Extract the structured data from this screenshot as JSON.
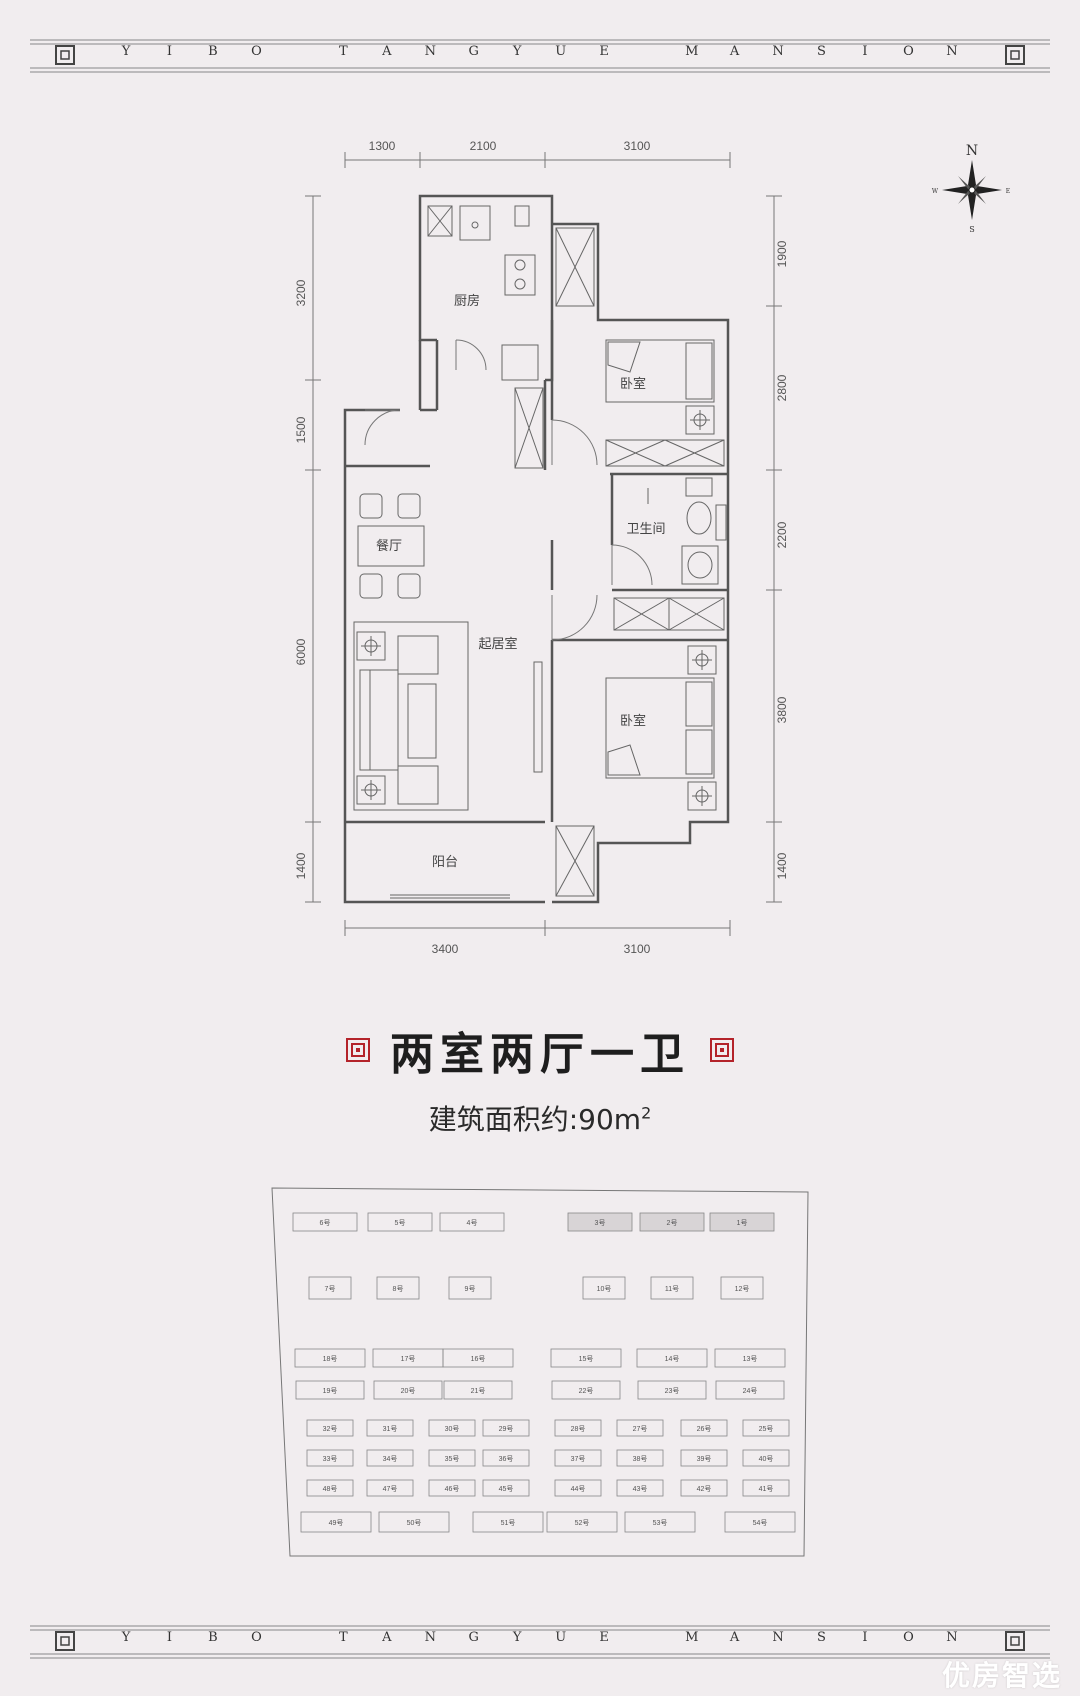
{
  "header": {
    "letters": [
      "Y",
      "I",
      "B",
      "O",
      " ",
      "T",
      "A",
      "N",
      "G",
      "Y",
      "U",
      "E",
      " ",
      "M",
      "A",
      "N",
      "S",
      "I",
      "O",
      "N"
    ]
  },
  "footer": {
    "letters": [
      "Y",
      "I",
      "B",
      "O",
      " ",
      "T",
      "A",
      "N",
      "G",
      "Y",
      "U",
      "E",
      " ",
      "M",
      "A",
      "N",
      "S",
      "I",
      "O",
      "N"
    ]
  },
  "compass": {
    "n": "N",
    "s": "S",
    "w": "W",
    "e": "E"
  },
  "floorplan": {
    "dims_top": [
      "1300",
      "2100",
      "3100"
    ],
    "dims_bottom": [
      "3400",
      "3100"
    ],
    "dims_left": [
      "3200",
      "1500",
      "6000",
      "1400"
    ],
    "dims_right": [
      "1900",
      "2800",
      "2200",
      "3800",
      "1400"
    ],
    "rooms": {
      "kitchen": "厨房",
      "bedroom_top": "卧室",
      "bathroom": "卫生间",
      "dining": "餐厅",
      "living": "起居室",
      "bedroom_bottom": "卧室",
      "balcony": "阳台"
    }
  },
  "unit": {
    "title": "两室两厅一卫",
    "area_label": "建筑面积约:90m",
    "area_sup": "2"
  },
  "siteplan": {
    "buildings": [
      "6号",
      "5号",
      "4号",
      "3号",
      "2号",
      "1号",
      "7号",
      "8号",
      "9号",
      "10号",
      "11号",
      "12号",
      "18号",
      "17号",
      "16号",
      "15号",
      "14号",
      "13号",
      "19号",
      "20号",
      "21号",
      "22号",
      "23号",
      "24号",
      "32号",
      "31号",
      "30号",
      "29号",
      "28号",
      "27号",
      "26号",
      "25号",
      "33号",
      "34号",
      "35号",
      "36号",
      "37号",
      "38号",
      "39号",
      "40号",
      "48号",
      "47号",
      "46号",
      "45号",
      "44号",
      "43号",
      "42号",
      "41号",
      "49号",
      "50号",
      "51号",
      "52号",
      "53号",
      "54号"
    ]
  },
  "watermark": "优房智选"
}
